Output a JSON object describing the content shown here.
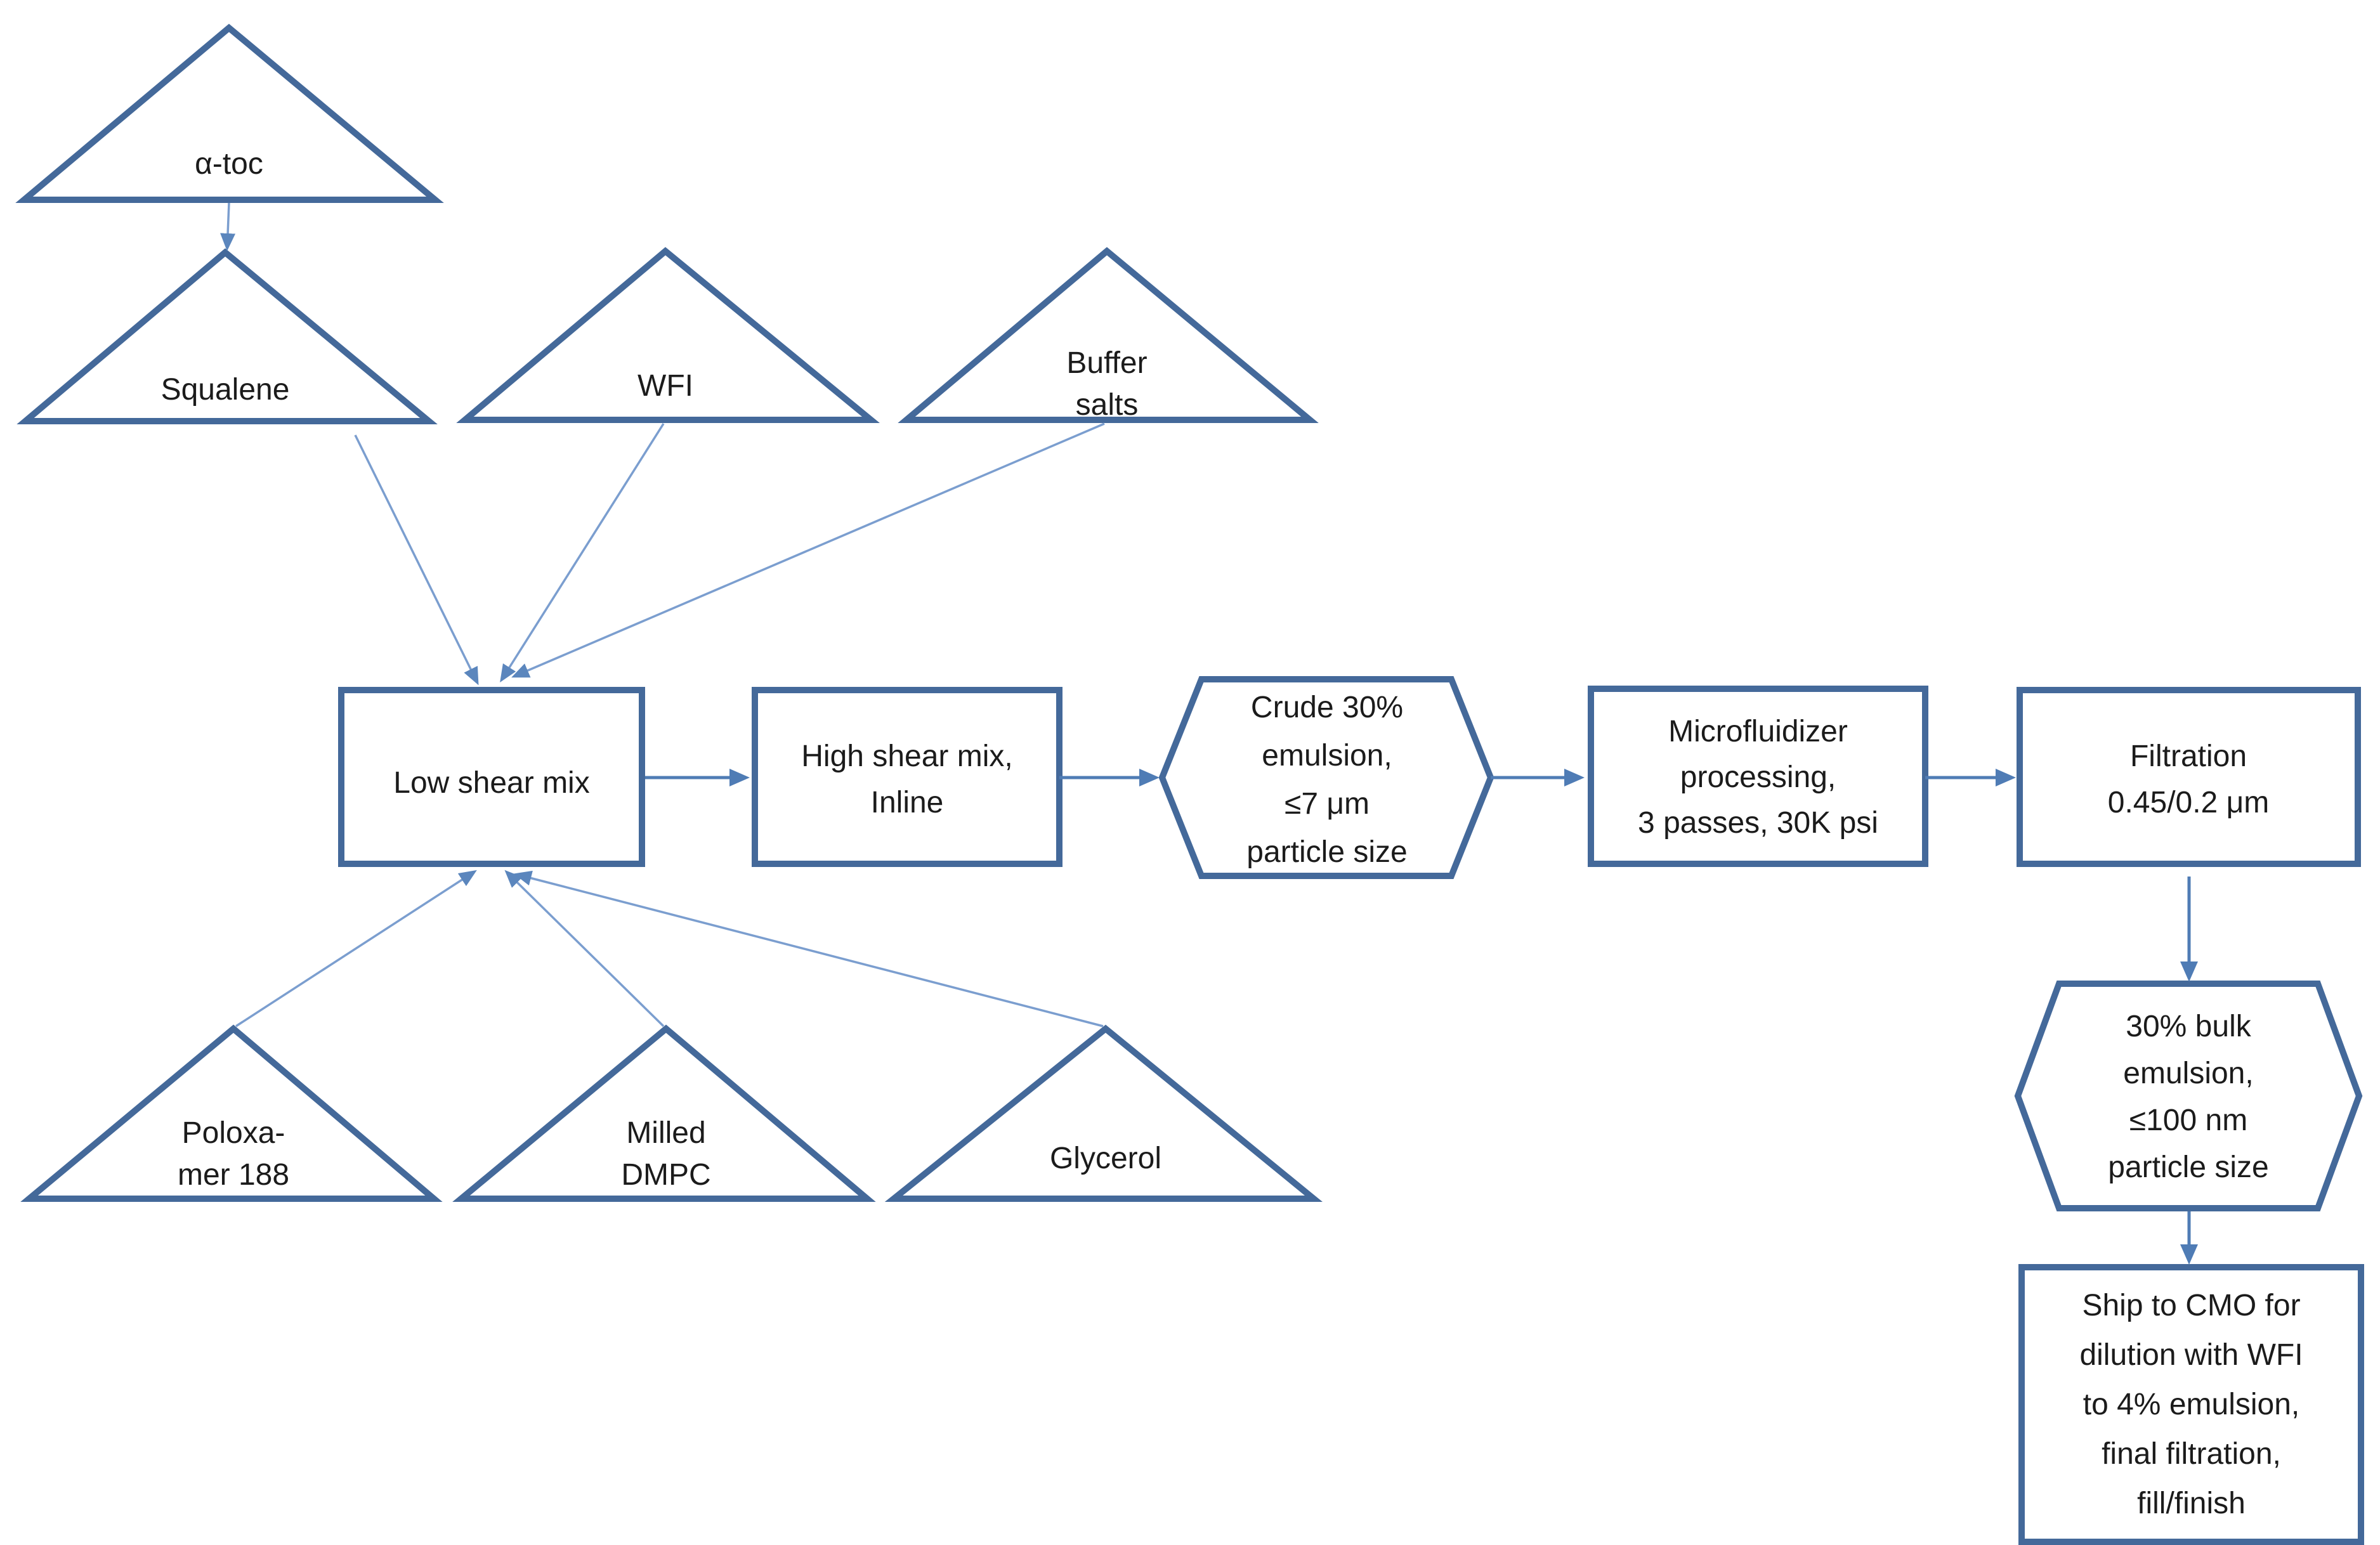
{
  "diagram": {
    "type": "process-flowchart",
    "colors": {
      "background": "#FFFFFF",
      "shape_border": "#44699A",
      "main_arrow": "#4F7CB5",
      "light_arrow": "#7B9ECF",
      "light_arrow_head": "#5B86BD",
      "text": "#1B1B1B"
    },
    "nodes": {
      "alpha_toc": {
        "shape": "triangle",
        "label": "α-toc"
      },
      "squalene": {
        "shape": "triangle",
        "label": "Squalene"
      },
      "wfi": {
        "shape": "triangle",
        "label": "WFI"
      },
      "buffer_salts": {
        "shape": "triangle",
        "lines": [
          "Buffer",
          "salts"
        ]
      },
      "poloxamer_188": {
        "shape": "triangle",
        "lines": [
          "Poloxa-",
          "mer 188"
        ]
      },
      "milled_dmpc": {
        "shape": "triangle",
        "lines": [
          "Milled",
          "DMPC"
        ]
      },
      "glycerol": {
        "shape": "triangle",
        "label": "Glycerol"
      },
      "low_shear_mix": {
        "shape": "rectangle",
        "label": "Low shear mix"
      },
      "high_shear_mix": {
        "shape": "rectangle",
        "lines": [
          "High shear mix,",
          "Inline"
        ]
      },
      "crude_emulsion": {
        "shape": "hexagon",
        "lines": [
          "Crude 30%",
          "emulsion,",
          "≤7 μm",
          "particle size"
        ]
      },
      "microfluidizer": {
        "shape": "rectangle",
        "lines": [
          "Microfluidizer",
          "processing,",
          "3 passes, 30K psi"
        ]
      },
      "filtration": {
        "shape": "rectangle",
        "lines": [
          "Filtration",
          "0.45/0.2 μm"
        ]
      },
      "bulk_emulsion": {
        "shape": "hexagon",
        "lines": [
          "30% bulk",
          "emulsion,",
          "≤100 nm",
          "particle size"
        ]
      },
      "ship_to_cmo": {
        "shape": "rectangle",
        "lines": [
          "Ship to CMO for",
          "dilution with WFI",
          "to 4% emulsion,",
          "final filtration,",
          "fill/finish"
        ]
      }
    },
    "edges": [
      {
        "from": "α-toc",
        "to": "Squalene"
      },
      {
        "from": "Squalene",
        "to": "Low shear mix"
      },
      {
        "from": "WFI",
        "to": "Low shear mix"
      },
      {
        "from": "Buffer salts",
        "to": "Low shear mix"
      },
      {
        "from": "Poloxa-mer 188",
        "to": "Low shear mix"
      },
      {
        "from": "Milled DMPC",
        "to": "Low shear mix"
      },
      {
        "from": "Glycerol",
        "to": "Low shear mix"
      },
      {
        "from": "Low shear mix",
        "to": "High shear mix, Inline"
      },
      {
        "from": "High shear mix, Inline",
        "to": "Crude 30% emulsion, ≤7 μm particle size"
      },
      {
        "from": "Crude 30% emulsion, ≤7 μm particle size",
        "to": "Microfluidizer processing, 3 passes, 30K psi"
      },
      {
        "from": "Microfluidizer processing, 3 passes, 30K psi",
        "to": "Filtration 0.45/0.2 μm"
      },
      {
        "from": "Filtration 0.45/0.2 μm",
        "to": "30% bulk emulsion, ≤100 nm particle size"
      },
      {
        "from": "30% bulk emulsion, ≤100 nm particle size",
        "to": "Ship to CMO for dilution with WFI to 4% emulsion, final filtration, fill/finish"
      }
    ]
  }
}
